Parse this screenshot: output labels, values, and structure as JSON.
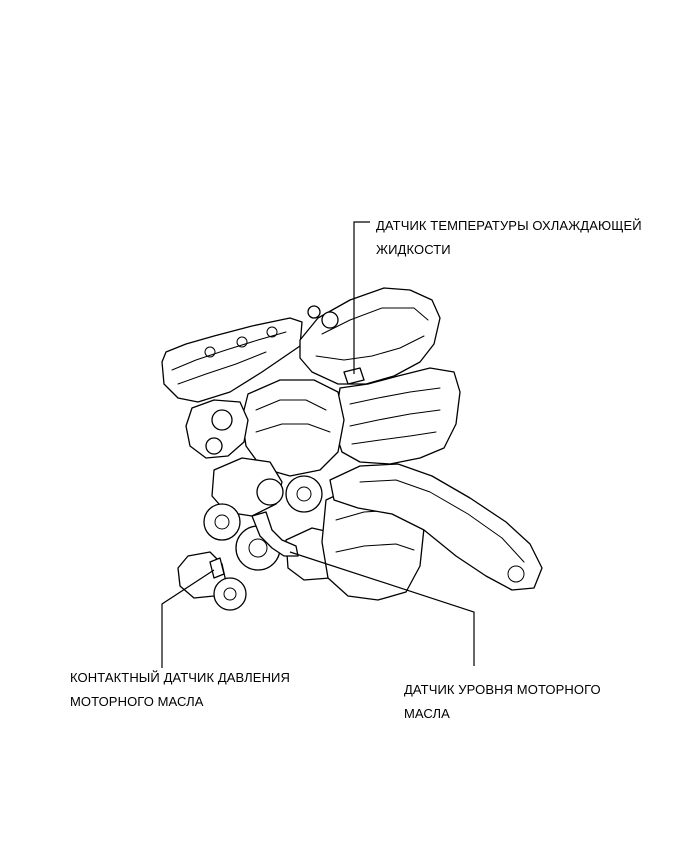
{
  "labels": {
    "coolant_sensor": {
      "line1": "ДАТЧИК ТЕМПЕРАТУРЫ ОХЛАЖДАЮЩЕЙ",
      "line2": "ЖИДКОСТИ"
    },
    "oil_pressure_switch": {
      "line1": "КОНТАКТНЫЙ ДАТЧИК ДАВЛЕНИЯ",
      "line2": "МОТОРНОГО МАСЛА"
    },
    "oil_level_sensor": {
      "line1": "ДАТЧИК УРОВНЯ МОТОРНОГО",
      "line2": "МАСЛА"
    }
  },
  "colors": {
    "line": "#000000",
    "background": "#ffffff"
  }
}
